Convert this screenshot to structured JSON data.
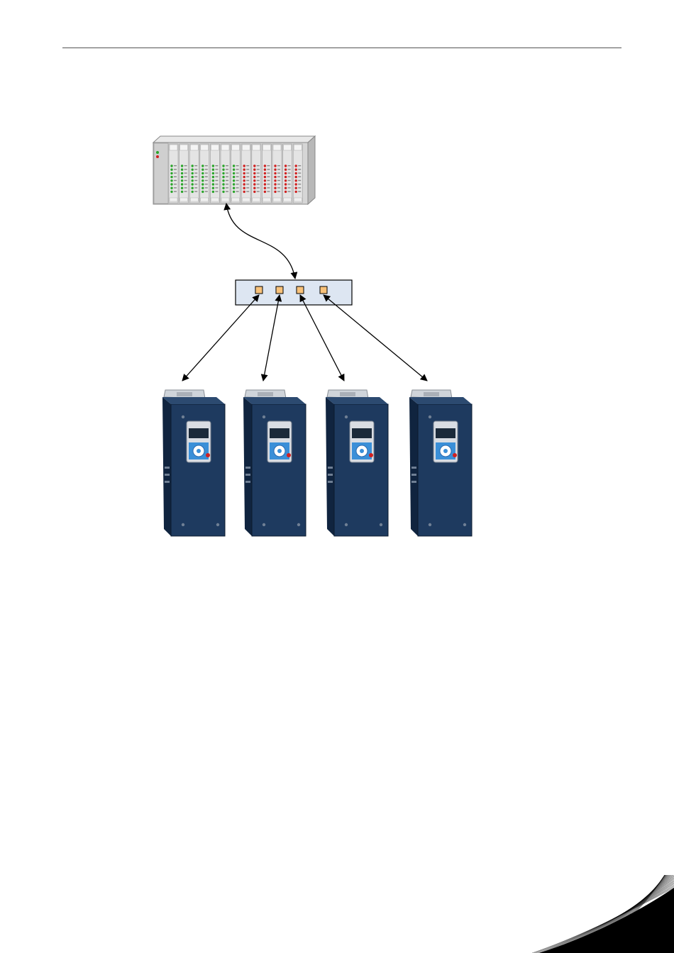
{
  "colors": {
    "rack_face": "#d6d6d6",
    "rack_side": "#bcbcbc",
    "led_green": "#2aa52a",
    "led_red": "#d02020",
    "switch_fill": "#dde6f2",
    "port_fill": "#f8c27a",
    "drive_body": "#1e3a5f",
    "drive_dark": "#10243f",
    "keypad_blue": "#3a8fd8",
    "arrow": "#000000"
  },
  "icons": {
    "plc": "plc-rack-icon",
    "switch": "network-switch-icon",
    "drive": "frequency-converter-icon",
    "corner": "corner-swoosh-graphic"
  },
  "plc": {
    "module_count": 13,
    "green_modules": 7,
    "red_modules": 6
  },
  "switch": {
    "port_count": 4
  },
  "drives": {
    "count": 4
  }
}
